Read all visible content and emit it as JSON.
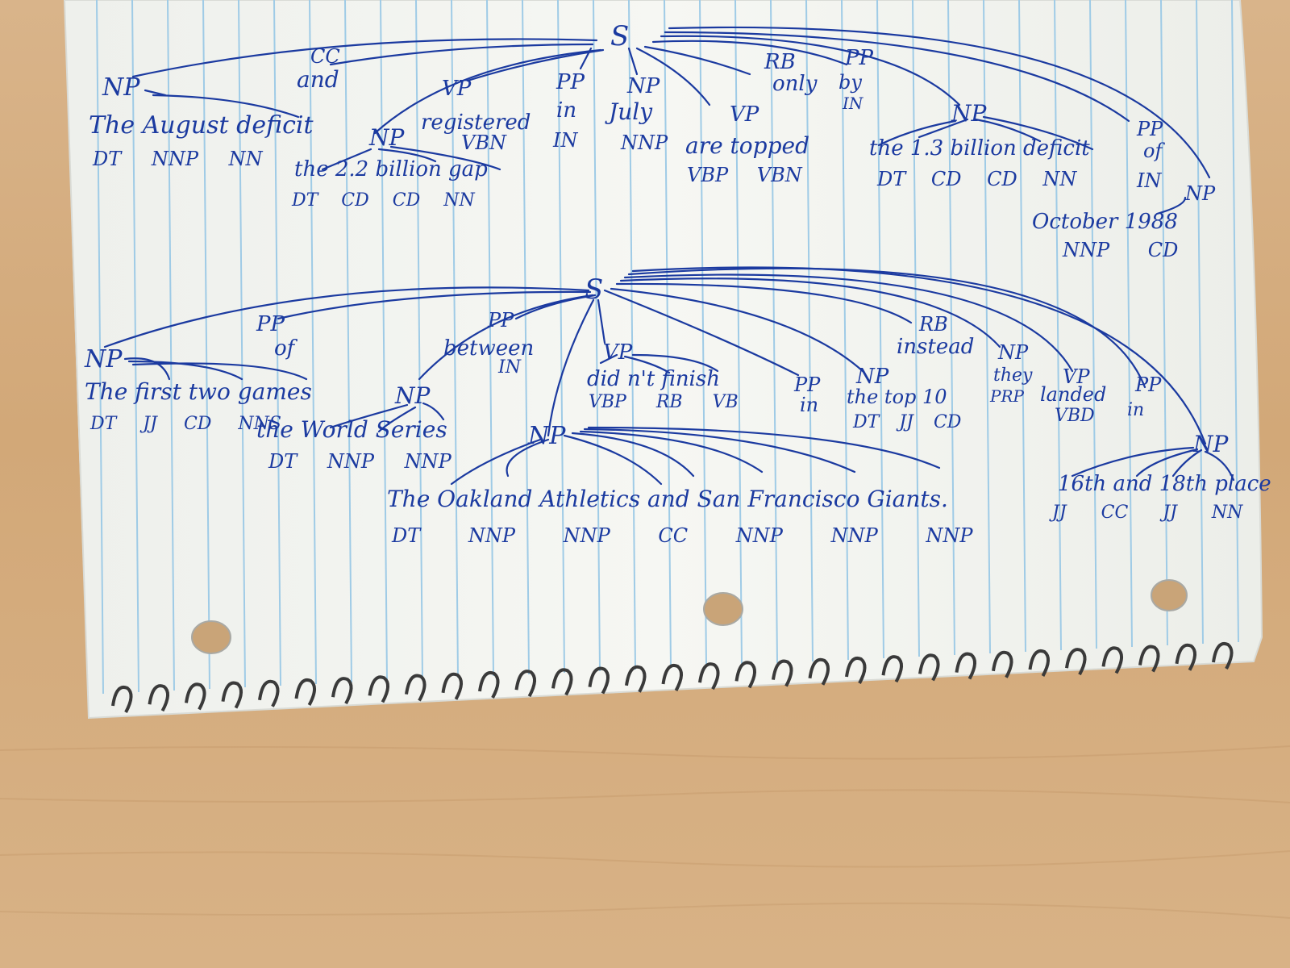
{
  "colors": {
    "paper": "#f4f5f1",
    "rule_line": "#9fcbe6",
    "ink": "#1b3aa0",
    "desk": "#d6ad80",
    "spiral": "#3a3a3a"
  },
  "notebook": {
    "spiral_icon": "spiral-binding-icon",
    "punch_hole_icon": "punch-hole-icon"
  },
  "tree1": {
    "root": "S",
    "nodes": {
      "np_subject": "NP",
      "cc": "CC",
      "vp": "VP",
      "pp_in": "PP",
      "np_july": "NP",
      "rb": "RB",
      "pp_by": "PP",
      "vp2": "VP",
      "np_gap": "NP",
      "np_deficit": "NP",
      "pp_of": "PP",
      "np_oct": "NP"
    },
    "words": {
      "subject": "The August deficit",
      "and": "and",
      "gap": "the 2.2 billion gap",
      "registered": "registered",
      "in": "in",
      "july": "July",
      "are_topped": "are topped",
      "only": "only",
      "by": "by",
      "deficit": "the 1.3 billion deficit",
      "of": "of",
      "october": "October 1988"
    },
    "tags": {
      "subject": "DT NNP NN",
      "gap": "DT CD CD NN",
      "registered": "VBN",
      "in": "IN",
      "july": "NNP",
      "are_topped": "VBP VBN",
      "by": "IN",
      "deficit": "DT CD CD NN",
      "of": "IN",
      "october": "NNP CD"
    }
  },
  "tree2": {
    "root": "S",
    "nodes": {
      "np_games": "NP",
      "pp_of": "PP",
      "pp_between": "PP",
      "np_series": "NP",
      "vp": "VP",
      "np_teams": "NP",
      "pp_in": "PP",
      "np_top": "NP",
      "rb": "RB",
      "np_they": "NP",
      "vp_landed": "VP",
      "pp_in2": "PP",
      "np_place": "NP"
    },
    "words": {
      "games": "The first two games",
      "of": "of",
      "between": "between",
      "series": "the World Series",
      "didnt": "did n't finish",
      "in": "in",
      "top": "the top 10",
      "instead": "instead",
      "they": "they",
      "landed": "landed",
      "in2": "in",
      "teams": "The Oakland Athletics and San Francisco Giants.",
      "place": "16th and 18th place"
    },
    "tags": {
      "games": "DT JJ CD NNS",
      "between": "IN",
      "series": "DT NNP NNP",
      "didnt": "VBP RB VB",
      "top": "DT JJ CD",
      "they": "PRP",
      "landed": "VBD",
      "teams": "DT NNP NNP CC NNP NNP NNP",
      "place": "JJ CC JJ NN"
    }
  }
}
